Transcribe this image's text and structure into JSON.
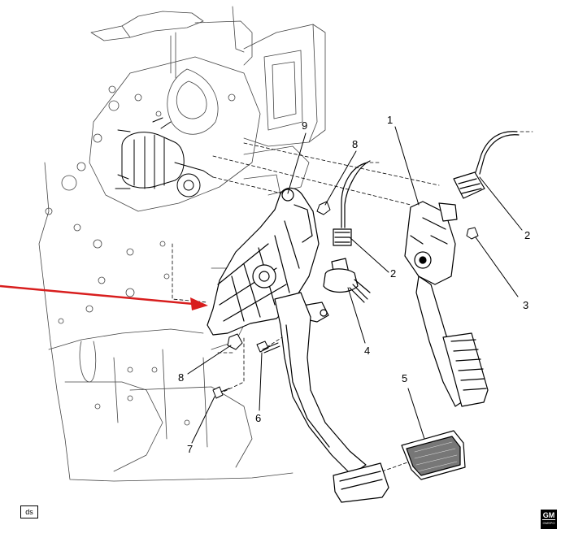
{
  "diagram": {
    "callouts": [
      {
        "id": "c1",
        "text": "1"
      },
      {
        "id": "c2a",
        "text": "2"
      },
      {
        "id": "c2b",
        "text": "2"
      },
      {
        "id": "c3",
        "text": "3"
      },
      {
        "id": "c4",
        "text": "4"
      },
      {
        "id": "c5",
        "text": "5"
      },
      {
        "id": "c6",
        "text": "6"
      },
      {
        "id": "c7",
        "text": "7"
      },
      {
        "id": "c8a",
        "text": "8"
      },
      {
        "id": "c8b",
        "text": "8"
      },
      {
        "id": "c9",
        "text": "9"
      }
    ],
    "badge_left": "ds",
    "badge_right": "GM",
    "badge_right_sub": "GMSPO",
    "arrow_color": "#d81e1e",
    "line_color": "#000000"
  }
}
